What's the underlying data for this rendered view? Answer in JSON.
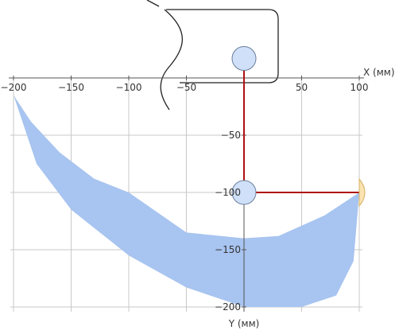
{
  "chart_data": {
    "type": "area",
    "xlabel": "X (мм)",
    "ylabel": "Y (мм)",
    "xlim": [
      -200,
      100
    ],
    "ylim": [
      -200,
      0
    ],
    "x_ticks": [
      -200,
      -150,
      -100,
      -50,
      50,
      100
    ],
    "y_ticks": [
      -50,
      -100,
      -150,
      -200
    ],
    "x_tick_labels": [
      "−200",
      "−150",
      "−100",
      "−50",
      "50",
      "100"
    ],
    "y_tick_labels": [
      "−50",
      "−100",
      "−150",
      "−200"
    ],
    "grid": true,
    "workspace_region": {
      "outer_boundary": [
        [
          -200,
          -15
        ],
        [
          -180,
          -75
        ],
        [
          -150,
          -115
        ],
        [
          -100,
          -155
        ],
        [
          -50,
          -183
        ],
        [
          0,
          -200
        ],
        [
          50,
          -200
        ],
        [
          80,
          -190
        ],
        [
          95,
          -160
        ],
        [
          100,
          -100
        ]
      ],
      "inner_boundary": [
        [
          100,
          -100
        ],
        [
          70,
          -120
        ],
        [
          30,
          -138
        ],
        [
          0,
          -140
        ],
        [
          -50,
          -135
        ],
        [
          -100,
          -100
        ],
        [
          -130,
          -88
        ],
        [
          -160,
          -65
        ],
        [
          -185,
          -38
        ],
        [
          -200,
          -15
        ]
      ],
      "color": "#a8c4f0"
    },
    "mechanism": {
      "base_joint": [
        0,
        17
      ],
      "elbow_joint": [
        0,
        -100
      ],
      "end_effector": [
        100,
        -100
      ],
      "link_color": "#b01010",
      "joint_color": "#cfe0f8"
    }
  }
}
